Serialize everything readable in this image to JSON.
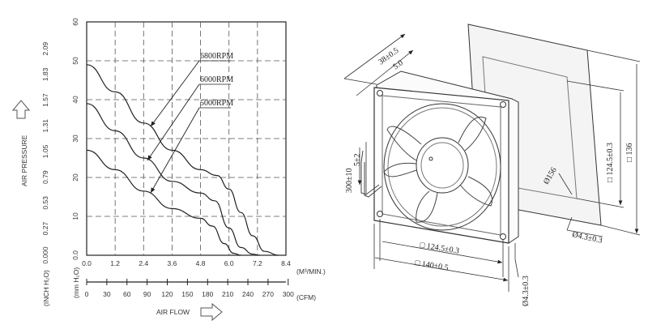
{
  "chart_data": {
    "type": "line",
    "ylabel": "AIR PRESSURE",
    "xlabel": "AIR FLOW",
    "x_unit_top": "(M³/MIN.)",
    "x_unit_bottom": "(CFM)",
    "y_unit_left": "(INCH H₂O)",
    "y_unit_right": "(mm H₂O)",
    "xlim": [
      0,
      8.4
    ],
    "ylim": [
      0,
      60
    ],
    "x_ticks_m3": [
      "0.0",
      "1.2",
      "2.4",
      "3.6",
      "4.8",
      "6.0",
      "7.2",
      "8.4"
    ],
    "x_ticks_cfm": [
      "0",
      "30",
      "60",
      "90",
      "120",
      "150",
      "180",
      "210",
      "240",
      "270",
      "300"
    ],
    "y_ticks_mm": [
      "0.0",
      "10",
      "20",
      "30",
      "40",
      "50",
      "60"
    ],
    "y_ticks_inch": [
      "0.000",
      "0.27",
      "0.53",
      "0.79",
      "1.05",
      "1.31",
      "1.57",
      "1.83",
      "2.09"
    ],
    "grid": true,
    "series": [
      {
        "name": "6800RPM",
        "x": [
          0,
          1.2,
          2.4,
          3.6,
          4.8,
          5.5,
          6.0,
          6.5,
          7.0,
          7.5,
          8.1
        ],
        "y": [
          49,
          42,
          34,
          27,
          22,
          20.5,
          17,
          11,
          5,
          1,
          0
        ]
      },
      {
        "name": "6000RPM",
        "x": [
          0,
          1.2,
          2.4,
          3.6,
          4.8,
          5.4,
          6.0,
          6.5,
          7.0,
          7.3
        ],
        "y": [
          39,
          32,
          25,
          19,
          16,
          14,
          7,
          2,
          0.3,
          0
        ]
      },
      {
        "name": "5000RPM",
        "x": [
          0,
          1.2,
          2.4,
          3.6,
          4.8,
          5.3,
          5.8,
          6.2,
          6.5
        ],
        "y": [
          27,
          22,
          16.5,
          12,
          9.5,
          7.5,
          3,
          0.5,
          0
        ]
      }
    ]
  },
  "drawing": {
    "dims": {
      "depth": "38±0.5",
      "flange": "5.0",
      "cable_len": "300±10",
      "cable_strip": "5±2",
      "hole_pitch_h": "□ 124.5±0.3",
      "outer_h": "□ 140±0.5",
      "hole_pitch_v": "□ 124.5±0.3",
      "guard_v": "□ 136",
      "cutout": "Ø156",
      "hole_dia": "Ø4.3±0.3",
      "hole_dia_2": "Ø4.3±0.3"
    }
  }
}
